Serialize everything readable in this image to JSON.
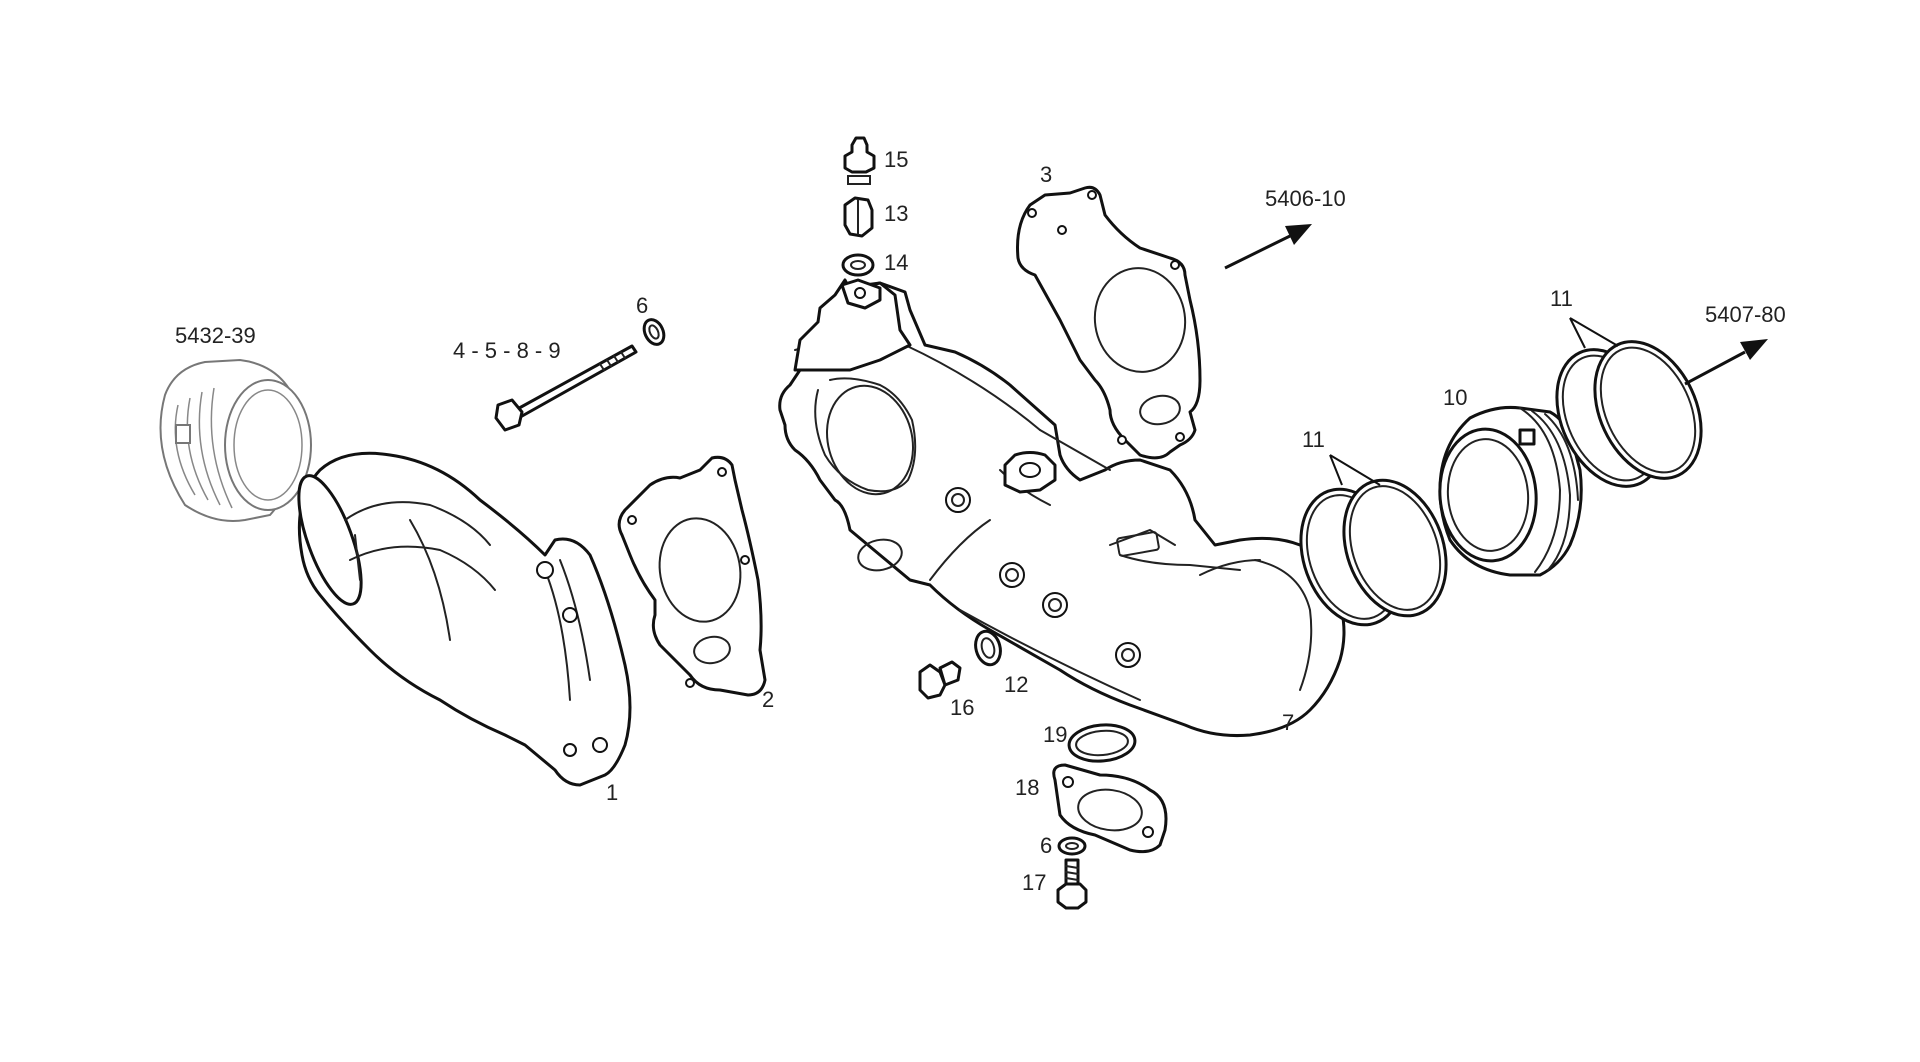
{
  "labels": {
    "ref_5432_39": "5432-39",
    "ref_5406_10": "5406-10",
    "ref_5407_80": "5407-80",
    "bolt_set": "4 - 5 - 8 - 9",
    "p1": "1",
    "p2": "2",
    "p3": "3",
    "p6_top": "6",
    "p6_bottom": "6",
    "p7": "7",
    "p10": "10",
    "p11_left": "11",
    "p11_right": "11",
    "p12": "12",
    "p13": "13",
    "p14": "14",
    "p15": "15",
    "p16": "16",
    "p17": "17",
    "p18": "18",
    "p19": "19"
  },
  "colors": {
    "line": "#111111",
    "ghost_line": "#777777",
    "background": "#ffffff"
  }
}
